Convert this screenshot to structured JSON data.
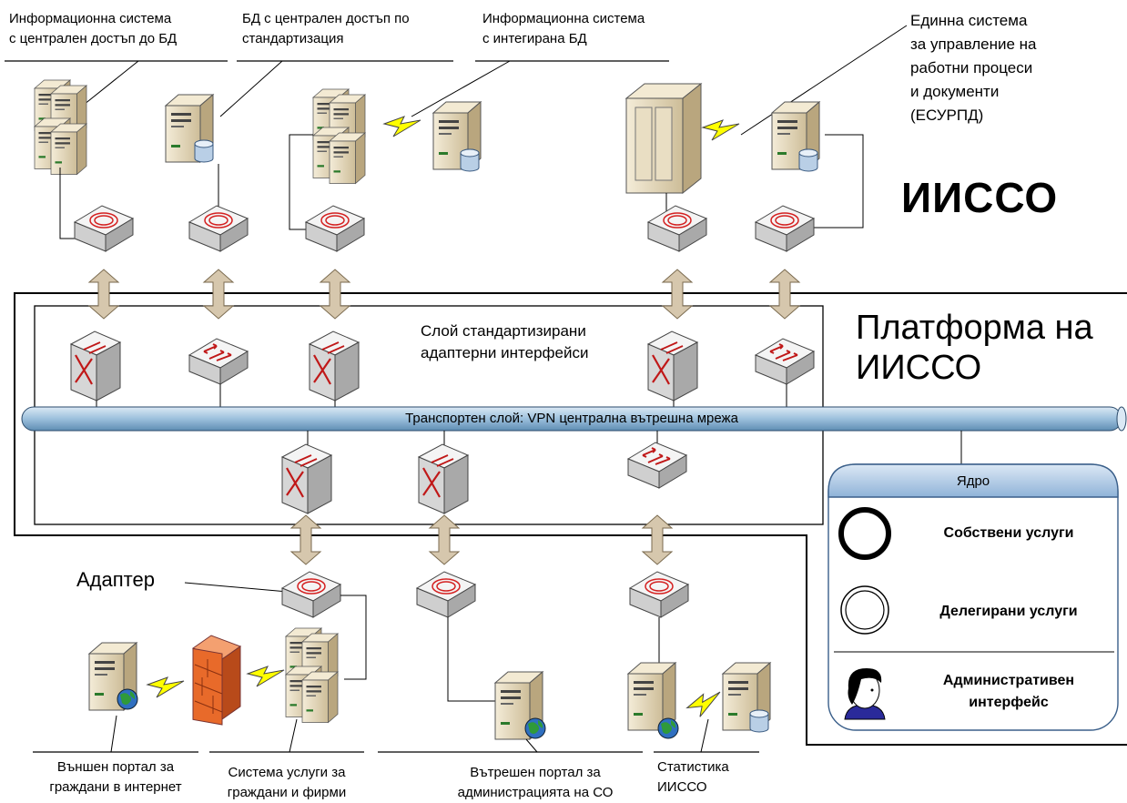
{
  "title": "ИИССО",
  "platform": {
    "line1": "Платформа на",
    "line2": "ИИССО"
  },
  "adapter_layer": {
    "line1": "Слой стандартизирани",
    "line2": "адаптерни интерфейси"
  },
  "transport_layer": "Транспортен слой: VPN централна вътрешна мрежа",
  "adapter_label": "Адаптер",
  "top_systems": [
    {
      "line1": "Информационна система",
      "line2": "с централен достъп до БД"
    },
    {
      "line1": "БД с централен достъп по",
      "line2": "стандартизация"
    },
    {
      "line1": "Информационна система",
      "line2": "с интегирана БД"
    },
    {
      "line1": "Единна система",
      "line2": "за управление на",
      "line3": "работни процеси",
      "line4": "и документи",
      "line5": "(ЕСУРПД)"
    }
  ],
  "bottom_systems": [
    {
      "line1": "Външен портал за",
      "line2": "граждани в интернет"
    },
    {
      "line1": "Система услуги за",
      "line2": "граждани и фирми"
    },
    {
      "line1": "Вътрешен портал за",
      "line2": "администрацията на СО"
    },
    {
      "line1": "Статистика",
      "line2": "ИИССО"
    }
  ],
  "core": {
    "title": "Ядро",
    "own_services": "Собствени услуги",
    "delegated_services": "Делегирани услуги",
    "admin_line1": "Административен",
    "admin_line2": "интерфейс"
  },
  "colors": {
    "server_body": "#e8dcc0",
    "router_top": "#f2f2f2",
    "router_ring": "#d42020",
    "bus_fill": "#a8c8e0",
    "core_header": "#a8c8e8",
    "arrow_fill": "#d6c7ad",
    "lightning": "#ffff00",
    "firewall": "#e86a2a",
    "globe": "#2a8a3a"
  }
}
